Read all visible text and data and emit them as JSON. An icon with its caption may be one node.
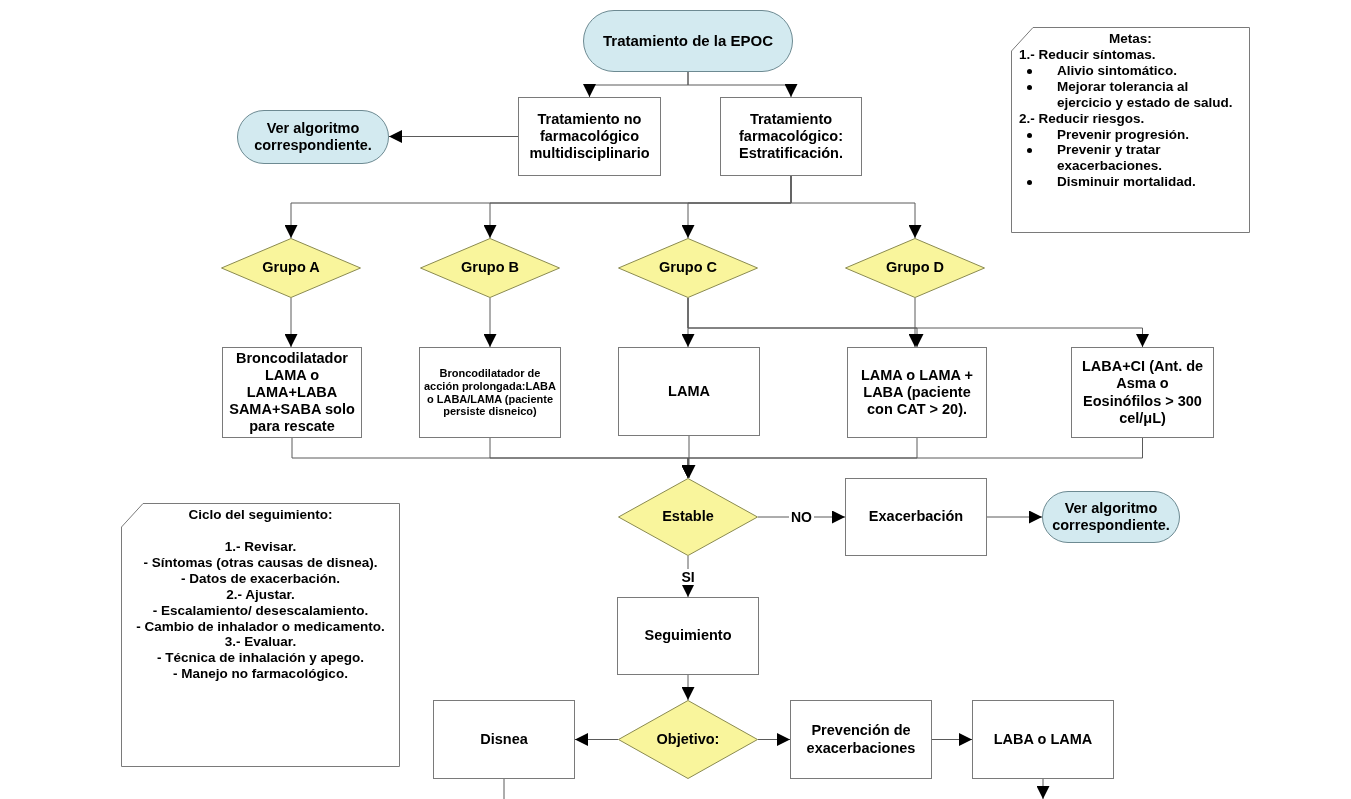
{
  "diagram": {
    "nodes": [
      {
        "text": [
          "Tratamiento de la EPOC"
        ]
      },
      {
        "text": [
          "Tratamiento no farmacológico multidisciplinario"
        ]
      },
      {
        "text": [
          "Tratamiento farmacológico: Estratificación."
        ]
      },
      {
        "text": [
          "Ver algoritmo correspondiente."
        ]
      },
      {
        "text": [
          "Grupo A"
        ]
      },
      {
        "text": [
          "Grupo B"
        ]
      },
      {
        "text": [
          "Grupo C"
        ]
      },
      {
        "text": [
          "Grupo D"
        ]
      },
      {
        "text": [
          "Broncodilatador LAMA o LAMA+LABA SAMA+SABA solo para rescate"
        ]
      },
      {
        "text": [
          "Broncodilatador de acción prolongada:LABA o LABA/LAMA (paciente persiste disneico)"
        ]
      },
      {
        "text": [
          "LAMA"
        ]
      },
      {
        "text": [
          "LAMA o LAMA + LABA (paciente con CAT > 20)."
        ]
      },
      {
        "text": [
          "LABA+CI (Ant. de Asma o Eosinófilos > 300 cel/μL)"
        ]
      },
      {
        "text": [
          "Estable"
        ]
      },
      {
        "text": [
          "Exacerbación"
        ]
      },
      {
        "text": [
          "Ver algoritmo correspondiente."
        ]
      },
      {
        "text": [
          "Seguimiento"
        ]
      },
      {
        "text": [
          "Disnea"
        ]
      },
      {
        "text": [
          "Objetivo:"
        ]
      },
      {
        "text": [
          "Prevención de exacerbaciones"
        ]
      },
      {
        "text": [
          "LABA o LAMA"
        ]
      },
      {
        "text": [
          "Metas:",
          "1.- Reducir síntomas.",
          "Alivio sintomático.",
          "Mejorar tolerancia al ejercicio y estado de salud.",
          "2.- Reducir riesgos.",
          "Prevenir progresión.",
          "Prevenir y tratar exacerbaciones.",
          "Disminuir mortalidad."
        ]
      },
      {
        "text": [
          "Ciclo del seguimiento:",
          "1.- Revisar.",
          "- Síntomas (otras causas de disnea).",
          "- Datos de exacerbación.",
          "2.- Ajustar.",
          "- Escalamiento/ desescalamiento.",
          "- Cambio de inhalador o medicamento.",
          "3.- Evaluar.",
          "- Técnica de inhalación y apego.",
          "- Manejo no farmacológico."
        ]
      }
    ],
    "edges": [
      {
        "from": 0,
        "to": 1,
        "arrow": "to"
      },
      {
        "from": 0,
        "to": 2,
        "arrow": "to"
      },
      {
        "from": 1,
        "to": 3,
        "arrow": "to"
      },
      {
        "from": 2,
        "to": 4,
        "arrow": "to"
      },
      {
        "from": 2,
        "to": 5,
        "arrow": "to"
      },
      {
        "from": 2,
        "to": 6,
        "arrow": "to"
      },
      {
        "from": 2,
        "to": 7,
        "arrow": "to"
      },
      {
        "from": 4,
        "to": 8,
        "arrow": "to"
      },
      {
        "from": 5,
        "to": 9,
        "arrow": "to"
      },
      {
        "from": 6,
        "to": 10,
        "arrow": "to"
      },
      {
        "from": 6,
        "to": 11,
        "arrow": "to"
      },
      {
        "from": 6,
        "to": 12,
        "arrow": "to"
      },
      {
        "from": 7,
        "to": 11,
        "arrow": "to"
      },
      {
        "from": 8,
        "to": 13,
        "arrow": "to"
      },
      {
        "from": 9,
        "to": 13,
        "arrow": "to"
      },
      {
        "from": 10,
        "to": 13,
        "arrow": "to"
      },
      {
        "from": 11,
        "to": 13,
        "arrow": "to"
      },
      {
        "from": 12,
        "to": 13,
        "arrow": "to"
      },
      {
        "from": 13,
        "to": 14,
        "arrow": "to",
        "label": "NO"
      },
      {
        "from": 14,
        "to": 15,
        "arrow": "to"
      },
      {
        "from": 13,
        "to": 16,
        "arrow": "to",
        "label": "SI"
      },
      {
        "from": 16,
        "to": 18,
        "arrow": "to"
      },
      {
        "from": 18,
        "to": 17,
        "arrow": "to"
      },
      {
        "from": 18,
        "to": 19,
        "arrow": "to"
      },
      {
        "from": 19,
        "to": 20,
        "arrow": "to"
      },
      {
        "from": 17,
        "to": null,
        "arrow": "none"
      },
      {
        "from": 20,
        "to": null,
        "arrow": "to"
      }
    ]
  }
}
